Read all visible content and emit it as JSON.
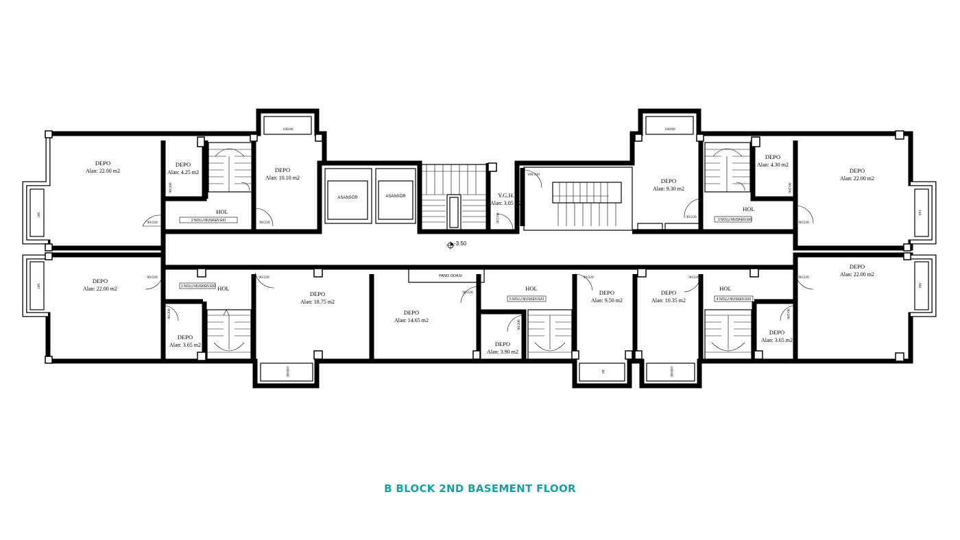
{
  "title": "B BLOCK 2ND BASEMENT FLOOR",
  "level": "-3.50",
  "colors": {
    "title": "#1a9fa0",
    "walls": "#000000"
  },
  "rooms": [
    {
      "name": "DEPO",
      "area": "Alan: 22.00 m2"
    },
    {
      "name": "DEPO",
      "area": "Alan: 4.25 m2"
    },
    {
      "name": "DEPO",
      "area": "Alan: 10.10 m2"
    },
    {
      "name": "Y.G.H.",
      "area": "Alan: 3.05 m2"
    },
    {
      "name": "DEPO",
      "area": "Alan: 9.30 m2"
    },
    {
      "name": "DEPO",
      "area": "Alan: 4.30 m2"
    },
    {
      "name": "DEPO",
      "area": "Alan: 22.00 m2"
    },
    {
      "name": "DEPO",
      "area": "Alan: 22.00 m2"
    },
    {
      "name": "DEPO",
      "area": "Alan: 3.65 m2"
    },
    {
      "name": "DEPO",
      "area": "Alan: 18.75 m2"
    },
    {
      "name": "DEPO",
      "area": "Alan: 14.65 m2"
    },
    {
      "name": "DEPO",
      "area": "Alan: 3.90 m2"
    },
    {
      "name": "DEPO",
      "area": "Alan: 9.50 m2"
    },
    {
      "name": "DEPO",
      "area": "Alan: 10.35 m2"
    },
    {
      "name": "DEPO",
      "area": "Alan: 3.65 m2"
    },
    {
      "name": "DEPO",
      "area": "Alan: 22.00 m2"
    }
  ],
  "halls": [
    {
      "name": "HOL",
      "unit": "2 NOLU MUSKEN EKİ"
    },
    {
      "name": "HOL",
      "unit": "3 NOLU MUSKEN EKİ"
    },
    {
      "name": "HOL",
      "unit": "1 NOLU MUSKEN EKİ"
    },
    {
      "name": "HOL",
      "unit": "5 NOLU MUSKEN EKİ"
    },
    {
      "name": "HOL",
      "unit": "4 NOLU MUSKEN EKİ"
    }
  ],
  "elevators": [
    "ASANSÖR",
    "ASANSÖR"
  ],
  "panel_room": "PANO ODASI",
  "door_labels": [
    "90/220",
    "100/220",
    "90/200",
    "90/230"
  ],
  "window_labels": [
    "180",
    "80",
    "140",
    "180/80"
  ]
}
